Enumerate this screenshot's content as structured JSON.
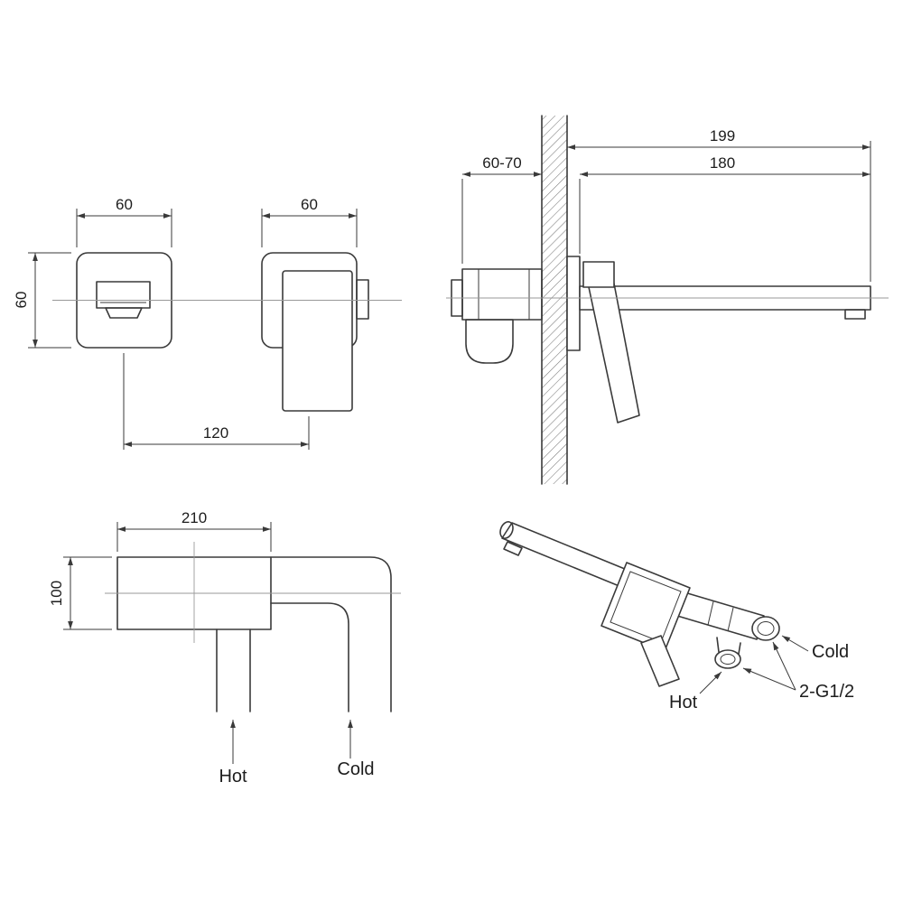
{
  "drawing": {
    "background": "#ffffff",
    "line_color": "#3a3a3a",
    "front_view": {
      "dim_left_plate_width": "60",
      "dim_right_plate_width": "60",
      "dim_plate_height": "60",
      "dim_center_spacing": "120"
    },
    "side_view": {
      "dim_total_projection": "199",
      "dim_spout_reach": "180",
      "dim_recess_depth": "60-70"
    },
    "top_view": {
      "dim_body_length": "210",
      "dim_body_depth": "100",
      "hot_label": "Hot",
      "cold_label": "Cold"
    },
    "iso_view": {
      "cold_label": "Cold",
      "hot_label": "Hot",
      "thread_label": "2-G1/2"
    }
  }
}
